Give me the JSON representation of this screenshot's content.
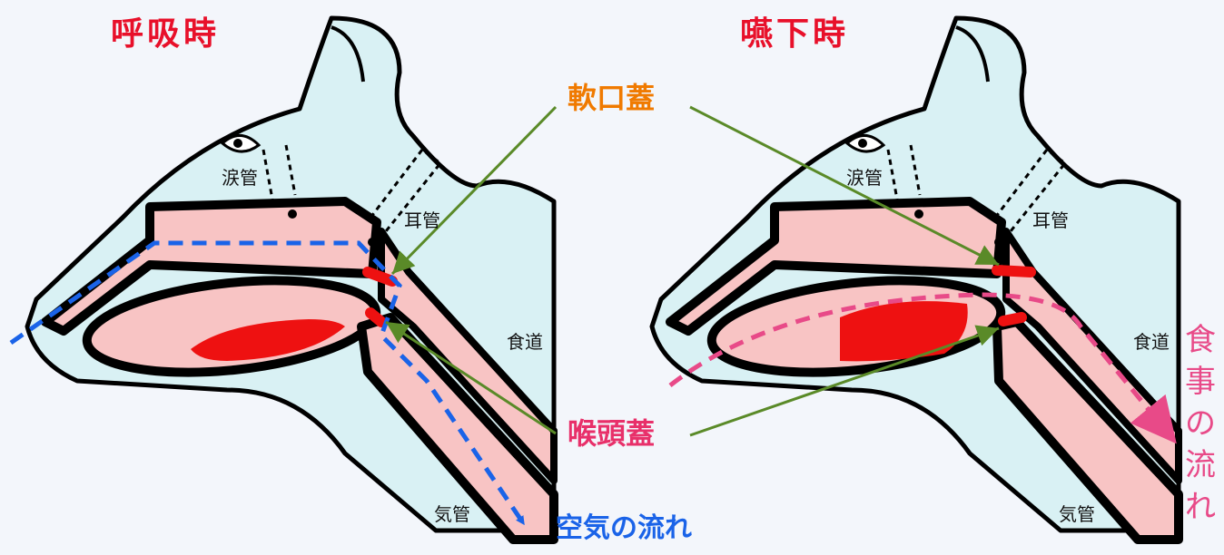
{
  "panels": [
    {
      "title": "呼吸時",
      "labels": {
        "tear_duct": "涙管",
        "ear_tube": "耳管",
        "esophagus": "食道",
        "trachea": "気管"
      }
    },
    {
      "title": "嚥下時",
      "labels": {
        "tear_duct": "涙管",
        "ear_tube": "耳管",
        "esophagus": "食道",
        "trachea": "気管"
      }
    }
  ],
  "callouts": {
    "soft_palate": "軟口蓋",
    "epiglottis": "喉頭蓋",
    "air_flow": "空気の流れ",
    "food_flow": [
      "食",
      "事",
      "の",
      "流",
      "れ"
    ]
  },
  "colors": {
    "title": "#e8102a",
    "soft_palate_label": "#f07a00",
    "epiglottis_label": "#e8306a",
    "air_flow": "#1a63e8",
    "food_flow": "#e84a88",
    "pointer": "#5a8a28",
    "head_fill": "#d9f1f4",
    "tract_fill": "#f8c4c4",
    "tissue_red": "#ee1111"
  }
}
